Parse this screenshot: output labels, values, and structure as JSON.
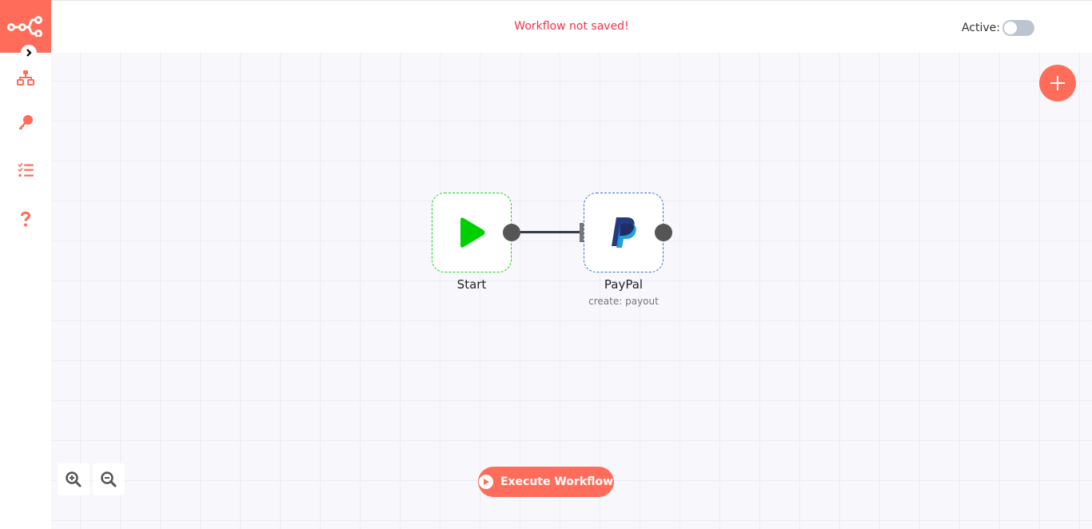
{
  "header": {
    "save_status": "Workflow not saved!",
    "active_label": "Active:",
    "active_state": false
  },
  "sidebar": {
    "logo": "n8n-logo-icon",
    "expand_icon": "chevron-right-icon",
    "items": [
      {
        "name": "workflows",
        "icon": "network-icon"
      },
      {
        "name": "credentials",
        "icon": "key-icon"
      },
      {
        "name": "executions",
        "icon": "tasks-icon"
      },
      {
        "name": "help",
        "icon": "question-icon"
      }
    ]
  },
  "canvas": {
    "nodes": [
      {
        "name": "Start",
        "subtitle": "",
        "icon": "play-icon",
        "color": "#00d000"
      },
      {
        "name": "PayPal",
        "subtitle": "create: payout",
        "icon": "paypal-icon",
        "color": "#253b80"
      }
    ],
    "connections": [
      {
        "from": "Start",
        "to": "PayPal"
      }
    ]
  },
  "controls": {
    "add_node_icon": "plus-icon",
    "zoom_in_icon": "zoom-in-icon",
    "zoom_out_icon": "zoom-out-icon",
    "execute_label": "Execute Workflow"
  },
  "colors": {
    "brand": "#ff6d5a",
    "warning_text": "#f0324f",
    "canvas_bg": "#f8f8fc"
  }
}
